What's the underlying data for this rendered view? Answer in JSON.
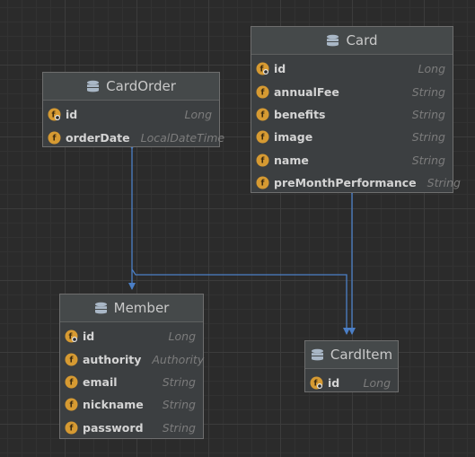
{
  "colors": {
    "background": "#2b2b2b",
    "entity_fill": "#3c3f41",
    "entity_border": "#6e6e6e",
    "field_icon": "#d69a32",
    "relation_line": "#4b7fc7"
  },
  "entities": [
    {
      "name": "Card",
      "icon": "table-icon",
      "fields": [
        {
          "name": "id",
          "type": "Long",
          "icon": "primary-key-field-icon"
        },
        {
          "name": "annualFee",
          "type": "String",
          "icon": "field-icon"
        },
        {
          "name": "benefits",
          "type": "String",
          "icon": "field-icon"
        },
        {
          "name": "image",
          "type": "String",
          "icon": "field-icon"
        },
        {
          "name": "name",
          "type": "String",
          "icon": "field-icon"
        },
        {
          "name": "preMonthPerformance",
          "type": "String",
          "icon": "field-icon"
        }
      ]
    },
    {
      "name": "CardOrder",
      "icon": "table-icon",
      "fields": [
        {
          "name": "id",
          "type": "Long",
          "icon": "primary-key-field-icon"
        },
        {
          "name": "orderDate",
          "type": "LocalDateTime",
          "icon": "field-icon"
        }
      ]
    },
    {
      "name": "Member",
      "icon": "table-icon",
      "fields": [
        {
          "name": "id",
          "type": "Long",
          "icon": "primary-key-field-icon"
        },
        {
          "name": "authority",
          "type": "Authority",
          "icon": "field-icon"
        },
        {
          "name": "email",
          "type": "String",
          "icon": "field-icon"
        },
        {
          "name": "nickname",
          "type": "String",
          "icon": "field-icon"
        },
        {
          "name": "password",
          "type": "String",
          "icon": "field-icon"
        }
      ]
    },
    {
      "name": "CardItem",
      "icon": "table-icon",
      "fields": [
        {
          "name": "id",
          "type": "Long",
          "icon": "primary-key-field-icon"
        }
      ]
    }
  ],
  "relations": [
    {
      "from": "CardOrder",
      "to": "Member"
    },
    {
      "from": "Card",
      "to": "CardItem"
    },
    {
      "from": "CardOrder",
      "to": "CardItem"
    }
  ]
}
